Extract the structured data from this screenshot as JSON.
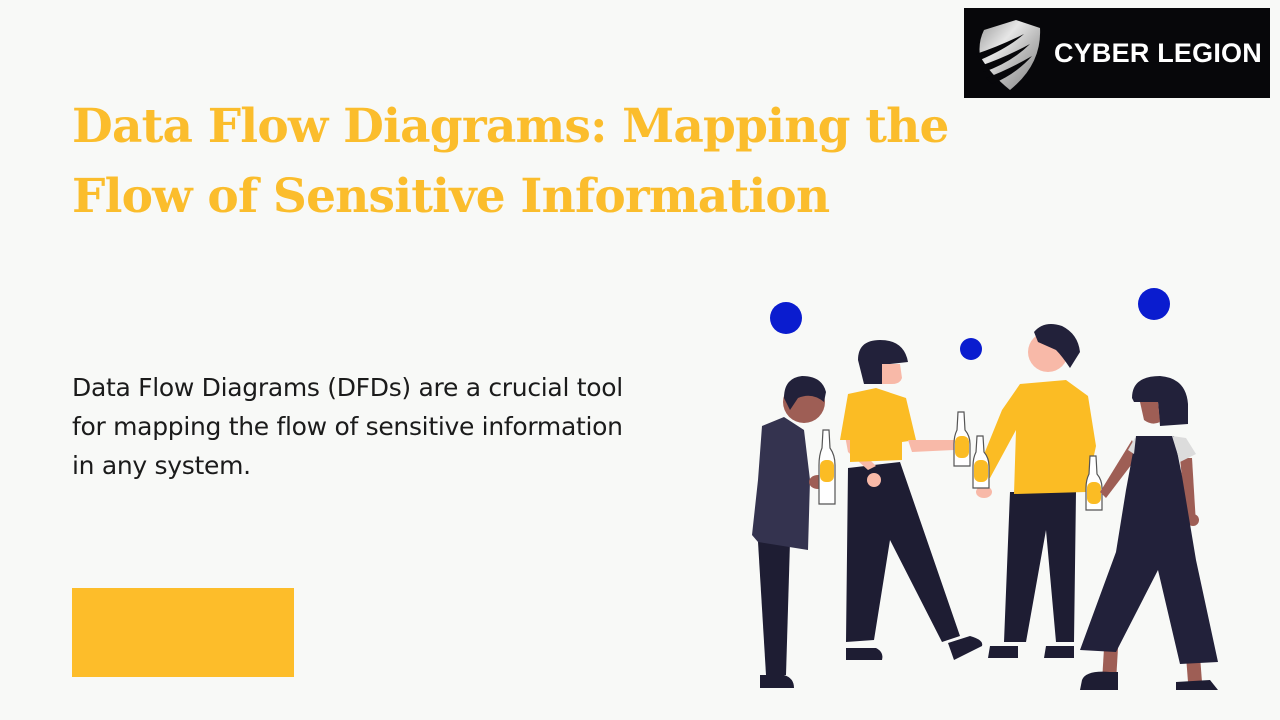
{
  "logo": {
    "brand_name": "CYBER LEGION",
    "icon": "shield-icon"
  },
  "title": {
    "line1": "Data Flow Diagrams: Mapping the",
    "line2": "Flow of Sensitive Information"
  },
  "body": {
    "line1": "Data Flow Diagrams (DFDs) are a crucial tool",
    "line2": "for mapping the flow of sensitive information",
    "line3": "in any system."
  },
  "illustration": {
    "description": "Four people standing and toasting with bottles",
    "icon": "people-toasting-illustration"
  },
  "colors": {
    "background": "#f8f9f7",
    "title": "#fbbd2c",
    "accent_block": "#fdbd2a",
    "body_text": "#1b1b1b",
    "logo_bg": "#07070a",
    "dots": "#0a1ccf",
    "figure_dark": "#22213a",
    "shirt_yellow": "#fbbc24",
    "skin_light": "#f8b9a8",
    "skin_dark": "#9e5e55"
  }
}
